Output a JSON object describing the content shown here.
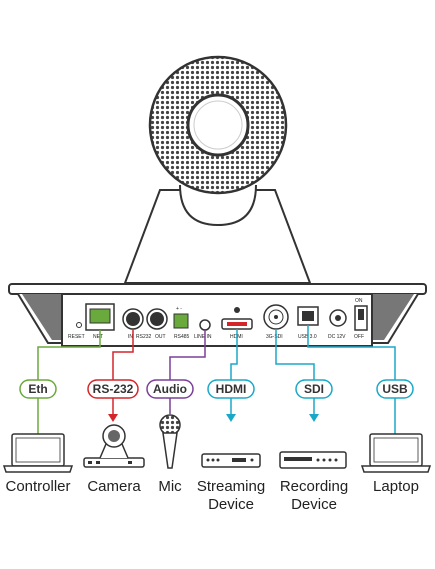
{
  "device": {
    "ports": {
      "reset": "RESET",
      "net": "NET",
      "rs232_in": "IN",
      "rs232": "RS232",
      "rs232_out": "OUT",
      "rs485": "RS485",
      "rs485_polarity": "+ -",
      "line_in": "LINE IN",
      "hdmi": "HDMI",
      "sdi": "3G-SDI",
      "usb": "USB 3.0",
      "dc": "DC 12V",
      "on": "ON",
      "off": "OFF"
    }
  },
  "connections": [
    {
      "label": "Eth",
      "color": "#6aaa3c"
    },
    {
      "label": "RS-232",
      "color": "#d4262a"
    },
    {
      "label": "Audio",
      "color": "#7b3f98"
    },
    {
      "label": "HDMI",
      "color": "#1aa8c8"
    },
    {
      "label": "SDI",
      "color": "#1aa8c8"
    },
    {
      "label": "USB",
      "color": "#1aa8c8"
    }
  ],
  "devices": [
    {
      "label": "Controller",
      "icon": "laptop-icon"
    },
    {
      "label": "Camera",
      "icon": "camera-icon"
    },
    {
      "label": "Mic",
      "icon": "microphone-icon"
    },
    {
      "label": "Streaming\nDevice",
      "icon": "streaming-device-icon"
    },
    {
      "label": "Recording\nDevice",
      "icon": "recording-device-icon"
    },
    {
      "label": "Laptop",
      "icon": "laptop-icon"
    }
  ]
}
